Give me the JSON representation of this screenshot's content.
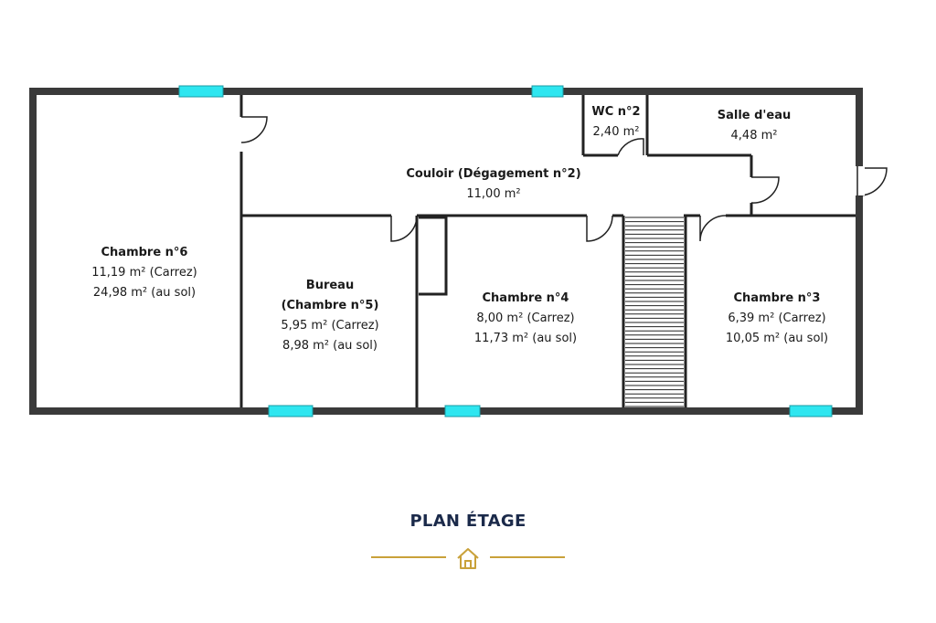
{
  "rooms": [
    {
      "id": "chambre6",
      "name": "Chambre n°6",
      "lines": [
        "11,19 m² (Carrez)",
        "24,98 m² (au sol)"
      ]
    },
    {
      "id": "bureau",
      "name": "Bureau",
      "name2": "(Chambre n°5)",
      "lines": [
        "5,95 m² (Carrez)",
        "8,98 m² (au sol)"
      ]
    },
    {
      "id": "couloir",
      "name": "Couloir (Dégagement n°2)",
      "lines": [
        "11,00 m²"
      ]
    },
    {
      "id": "wc",
      "name": "WC n°2",
      "lines": [
        "2,40 m²"
      ]
    },
    {
      "id": "salle",
      "name": "Salle d'eau",
      "lines": [
        "4,48 m²"
      ]
    },
    {
      "id": "chambre4",
      "name": "Chambre n°4",
      "lines": [
        "8,00 m² (Carrez)",
        "11,73 m² (au sol)"
      ]
    },
    {
      "id": "chambre3",
      "name": "Chambre n°3",
      "lines": [
        "6,39 m² (Carrez)",
        "10,05 m² (au sol)"
      ]
    }
  ],
  "footer": {
    "title": "PLAN ÉTAGE",
    "icon": "house-icon"
  },
  "colors": {
    "wall": "#3a3a3a",
    "window": "#2ee6f0",
    "gold": "#c9a13a",
    "title": "#1b2a4a"
  }
}
